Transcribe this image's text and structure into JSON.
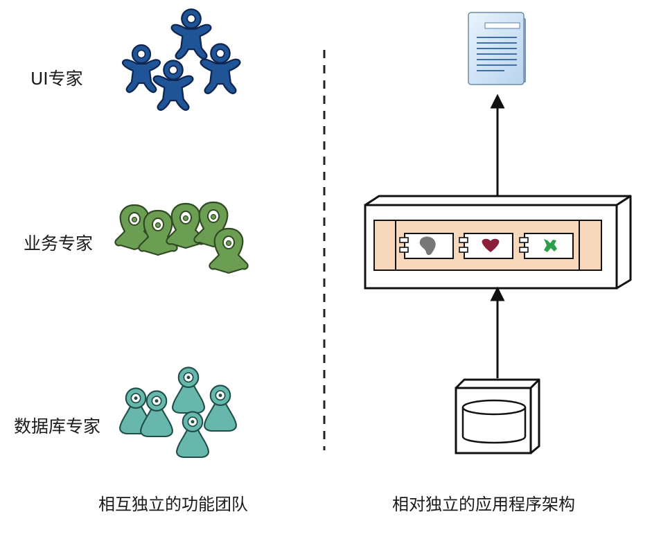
{
  "teams": [
    {
      "label": "UI专家",
      "color": "#1f5496",
      "stroke": "#0d2550",
      "shape": "person-icon"
    },
    {
      "label": "业务专家",
      "color": "#6b9e53",
      "stroke": "#2f4a22",
      "shape": "map-pin-icon"
    },
    {
      "label": "数据库专家",
      "color": "#67b7ad",
      "stroke": "#1f4d48",
      "shape": "pawn-icon"
    }
  ],
  "captions": {
    "left": "相互独立的功能团队",
    "right": "相对独立的应用程序架构"
  },
  "architecture": {
    "top": "document-icon",
    "middle": "component-container",
    "bottom": "database-icon",
    "components": [
      "component-blob-icon",
      "component-heart-icon",
      "component-cross-icon"
    ],
    "panel_color": "#f7d8bd",
    "component_colors": [
      "#777777",
      "#8b1f3a",
      "#2e9e4a"
    ]
  },
  "document_color": "#cfe3f6"
}
